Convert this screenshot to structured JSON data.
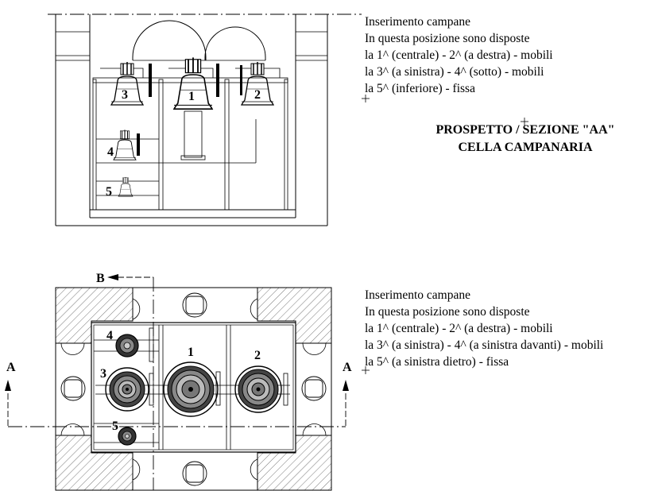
{
  "elevation_note": {
    "lines": [
      "Inserimento campane",
      "In questa posizione sono disposte",
      "la 1^ (centrale) - 2^ (a destra) - mobili",
      "la 3^ (a sinistra) - 4^ (sotto) - mobili",
      "la 5^ (inferiore) - fissa"
    ]
  },
  "plan_note": {
    "lines": [
      "Inserimento campane",
      "In questa posizione sono disposte",
      "la 1^ (centrale) - 2^ (a destra) - mobili",
      "la 3^ (a sinistra) - 4^ (a sinistra davanti) - mobili",
      "la 5^ (a sinistra dietro) - fissa"
    ]
  },
  "title": {
    "line1": "PROSPETTO / SEZIONE \"AA\"",
    "line2": "CELLA CAMPANARIA"
  },
  "bell_labels": {
    "elevation": [
      "1",
      "2",
      "3",
      "4",
      "5"
    ],
    "plan": [
      "1",
      "2",
      "3",
      "4",
      "5"
    ]
  },
  "section_labels": {
    "a_left": "A",
    "a_right": "A",
    "b": "B"
  }
}
